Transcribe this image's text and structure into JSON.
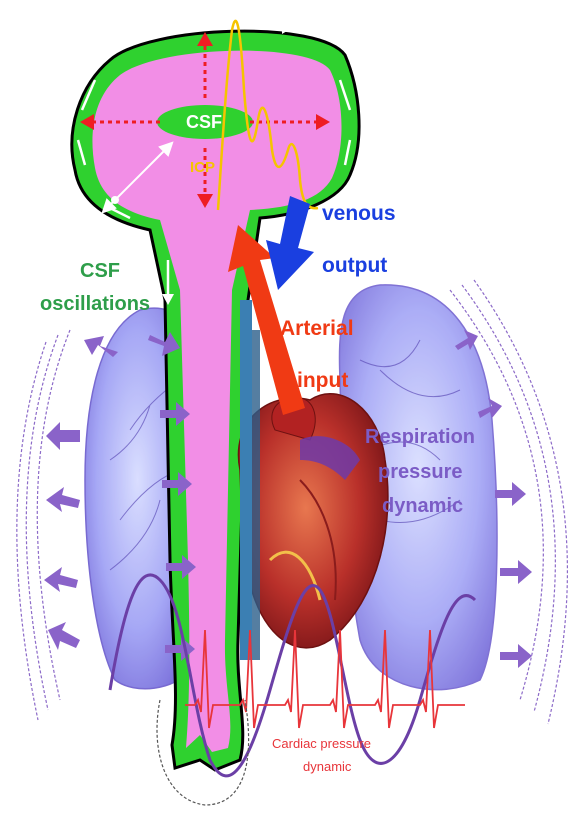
{
  "labels": {
    "csf": "CSF",
    "icp": "ICP",
    "venous_line1": "venous",
    "venous_line2": "output",
    "csf_osc_line1": "CSF",
    "csf_osc_line2": "oscillations",
    "arterial_line1": "Arterial",
    "arterial_line2": "input",
    "resp_line1": "Respiration",
    "resp_line2": "pressure",
    "resp_line3": "dynamic",
    "cardiac_line1": "Cardiac pressure",
    "cardiac_line2": "dynamic"
  },
  "colors": {
    "csf_green": "#2fd12f",
    "brain_pink": "#f28ee6",
    "icp_yellow": "#f5c400",
    "venous_blue": "#1a3fe0",
    "arterial_red": "#f03a14",
    "resp_purple": "#7b5cc6",
    "lung_blue": "#8f8ff0",
    "ecg_red": "#e8353a",
    "osc_green": "#2e9e4a"
  }
}
